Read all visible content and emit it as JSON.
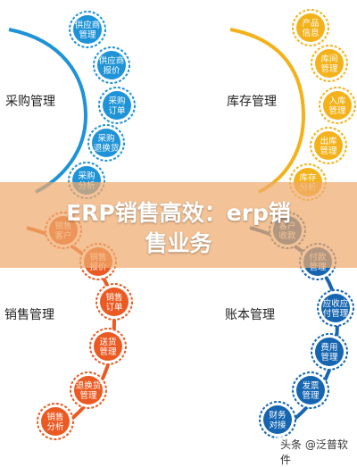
{
  "banner": {
    "title_line1": "ERP销售高效：erp销",
    "title_line2": "售业务"
  },
  "watermark": {
    "text": "头条 @泛普软件"
  },
  "quadrants": [
    {
      "name": "采购管理",
      "color": "#1f93d7",
      "nodes": [
        [
          "供应商",
          "管理"
        ],
        [
          "供应商",
          "报价"
        ],
        [
          "采购",
          "订单"
        ],
        [
          "采购",
          "退换货"
        ],
        [
          "采购",
          "分析"
        ]
      ]
    },
    {
      "name": "库存管理",
      "color": "#f3b21b",
      "nodes": [
        [
          "产品",
          "信息"
        ],
        [
          "库间",
          "管理"
        ],
        [
          "入库",
          "管理"
        ],
        [
          "出库",
          "管理"
        ],
        [
          "库存",
          "分析"
        ]
      ]
    },
    {
      "name": "销售管理",
      "color": "#ea5a22",
      "nodes": [
        [
          "销售",
          "客户"
        ],
        [
          "销售",
          "报价"
        ],
        [
          "销售",
          "订单"
        ],
        [
          "送货",
          "管理"
        ],
        [
          "退换货",
          "管理"
        ],
        [
          "销售",
          "分析"
        ]
      ]
    },
    {
      "name": "账本管理",
      "color": "#1565b0",
      "nodes": [
        [
          "客户",
          "收款"
        ],
        [
          "付款",
          "管理"
        ],
        [
          "应收应",
          "付管理"
        ],
        [
          "费用",
          "管理"
        ],
        [
          "发票",
          "管理"
        ],
        [
          "财务",
          "对接"
        ]
      ]
    }
  ]
}
